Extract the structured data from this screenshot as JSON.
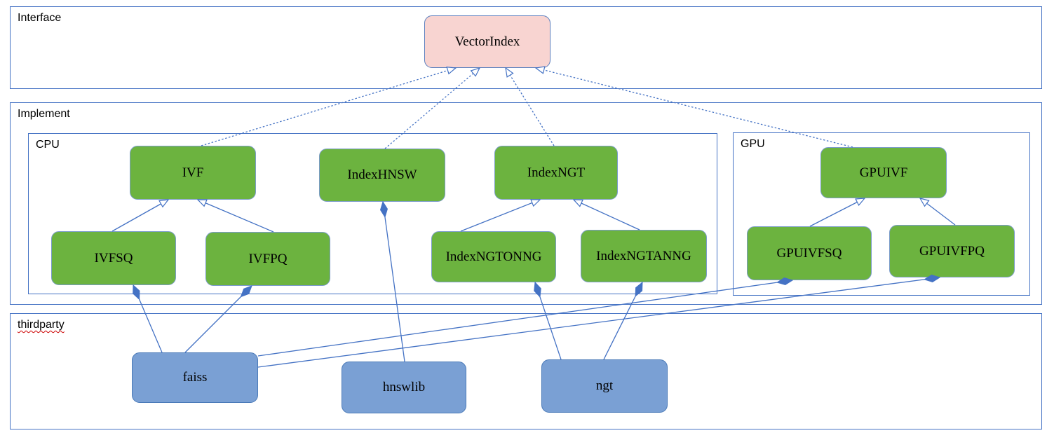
{
  "diagram": {
    "type": "uml-class-diagram",
    "sections": {
      "interface": {
        "label": "Interface"
      },
      "implement": {
        "label": "Implement"
      },
      "cpu": {
        "label": "CPU"
      },
      "gpu": {
        "label": "GPU"
      },
      "thirdparty": {
        "label": "thirdparty"
      }
    },
    "nodes": {
      "vectorindex": {
        "label": "VectorIndex",
        "section": "interface",
        "kind": "interface"
      },
      "ivf": {
        "label": "IVF",
        "section": "cpu",
        "kind": "class"
      },
      "indexhnsw": {
        "label": "IndexHNSW",
        "section": "cpu",
        "kind": "class"
      },
      "indexngt": {
        "label": "IndexNGT",
        "section": "cpu",
        "kind": "class"
      },
      "ivfsq": {
        "label": "IVFSQ",
        "section": "cpu",
        "kind": "class"
      },
      "ivfpq": {
        "label": "IVFPQ",
        "section": "cpu",
        "kind": "class"
      },
      "indexngtonng": {
        "label": "IndexNGTONNG",
        "section": "cpu",
        "kind": "class"
      },
      "indexngtanng": {
        "label": "IndexNGTANNG",
        "section": "cpu",
        "kind": "class"
      },
      "gpuivf": {
        "label": "GPUIVF",
        "section": "gpu",
        "kind": "class"
      },
      "gpuivfsq": {
        "label": "GPUIVFSQ",
        "section": "gpu",
        "kind": "class"
      },
      "gpuivfpq": {
        "label": "GPUIVFPQ",
        "section": "gpu",
        "kind": "class"
      },
      "faiss": {
        "label": "faiss",
        "section": "thirdparty",
        "kind": "library"
      },
      "hnswlib": {
        "label": "hnswlib",
        "section": "thirdparty",
        "kind": "library"
      },
      "ngt": {
        "label": "ngt",
        "section": "thirdparty",
        "kind": "library"
      }
    },
    "edges": [
      {
        "from": "IVF",
        "to": "VectorIndex",
        "type": "realization",
        "line": "dashed-hollow-arrow"
      },
      {
        "from": "IndexHNSW",
        "to": "VectorIndex",
        "type": "realization",
        "line": "dashed-hollow-arrow"
      },
      {
        "from": "IndexNGT",
        "to": "VectorIndex",
        "type": "realization",
        "line": "dashed-hollow-arrow"
      },
      {
        "from": "GPUIVF",
        "to": "VectorIndex",
        "type": "realization",
        "line": "dashed-hollow-arrow"
      },
      {
        "from": "IVFSQ",
        "to": "IVF",
        "type": "generalization",
        "line": "solid-hollow-arrow"
      },
      {
        "from": "IVFPQ",
        "to": "IVF",
        "type": "generalization",
        "line": "solid-hollow-arrow"
      },
      {
        "from": "IndexNGTONNG",
        "to": "IndexNGT",
        "type": "generalization",
        "line": "solid-hollow-arrow"
      },
      {
        "from": "IndexNGTANNG",
        "to": "IndexNGT",
        "type": "generalization",
        "line": "solid-hollow-arrow"
      },
      {
        "from": "GPUIVFSQ",
        "to": "GPUIVF",
        "type": "generalization",
        "line": "solid-hollow-arrow"
      },
      {
        "from": "GPUIVFPQ",
        "to": "GPUIVF",
        "type": "generalization",
        "line": "solid-hollow-arrow"
      },
      {
        "from": "faiss",
        "to": "IVFSQ",
        "type": "composition",
        "line": "solid-filled-diamond"
      },
      {
        "from": "faiss",
        "to": "IVFPQ",
        "type": "composition",
        "line": "solid-filled-diamond"
      },
      {
        "from": "faiss",
        "to": "GPUIVFSQ",
        "type": "composition",
        "line": "solid-filled-diamond"
      },
      {
        "from": "faiss",
        "to": "GPUIVFPQ",
        "type": "composition",
        "line": "solid-filled-diamond"
      },
      {
        "from": "hnswlib",
        "to": "IndexHNSW",
        "type": "composition",
        "line": "solid-filled-diamond"
      },
      {
        "from": "ngt",
        "to": "IndexNGTONNG",
        "type": "composition",
        "line": "solid-filled-diamond"
      },
      {
        "from": "ngt",
        "to": "IndexNGTANNG",
        "type": "composition",
        "line": "solid-filled-diamond"
      }
    ],
    "colors": {
      "interface_fill": "#f8d4d1",
      "class_fill": "#6cb33f",
      "library_fill": "#7aa0d4",
      "connector": "#4472c4",
      "frame_border": "#4472c4",
      "spellcheck_underline": "#cc0000"
    }
  }
}
